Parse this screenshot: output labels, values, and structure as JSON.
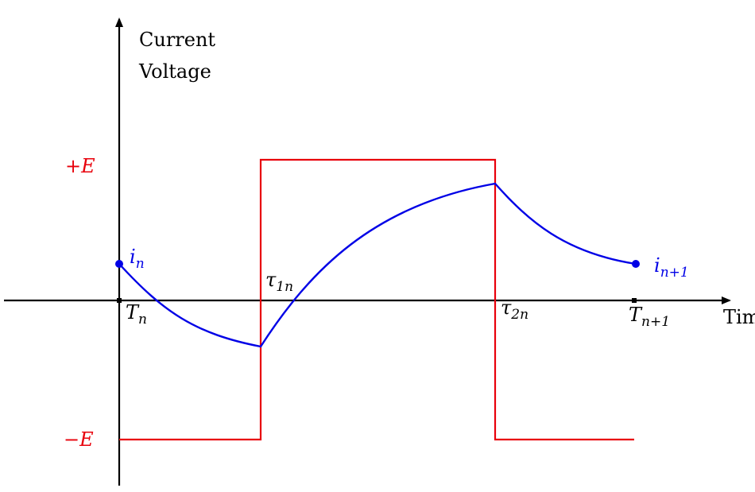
{
  "axes": {
    "y_label_line1": "Current",
    "y_label_line2": "Voltage",
    "x_label": "Time"
  },
  "voltage_levels": {
    "plus": "+E",
    "minus": "−E"
  },
  "time_marks": {
    "T_n": {
      "base": "T",
      "sub": "n"
    },
    "tau_1n": {
      "base": "τ",
      "sub": "1n"
    },
    "tau_2n": {
      "base": "τ",
      "sub": "2n"
    },
    "T_n1": {
      "base": "T",
      "sub": "n+1"
    }
  },
  "current_points": {
    "i_n": {
      "base": "i",
      "sub": "n"
    },
    "i_n1": {
      "base": "i",
      "sub": "n+1"
    }
  },
  "colors": {
    "voltage": "#e8000b",
    "current": "#0000e6",
    "axes": "#000000"
  }
}
